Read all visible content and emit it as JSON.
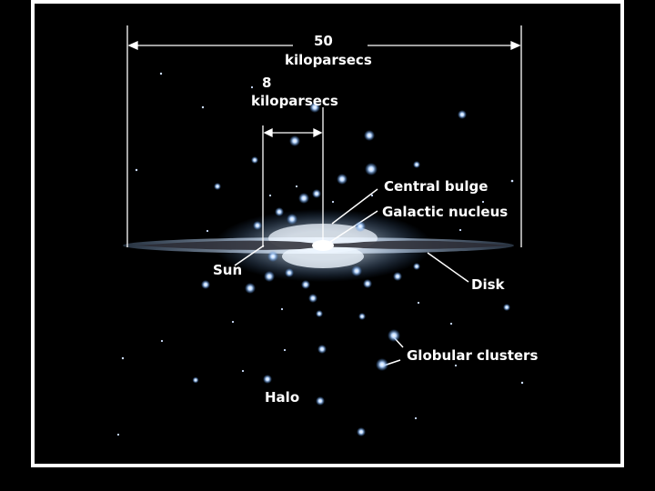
{
  "labels": {
    "outer_value": "50",
    "outer_unit": "kiloparsecs",
    "inner_value": "8",
    "inner_unit": "kiloparsecs",
    "central_bulge": "Central bulge",
    "galactic_nucleus": "Galactic nucleus",
    "sun": "Sun",
    "disk": "Disk",
    "globular_clusters": "Globular clusters",
    "halo": "Halo"
  },
  "colors": {
    "background": "#000000",
    "frame": "#ffffff",
    "label_text": "#ffffff",
    "disk_core": "#e9f3ff",
    "cluster_glow": "#7fb6ff"
  }
}
